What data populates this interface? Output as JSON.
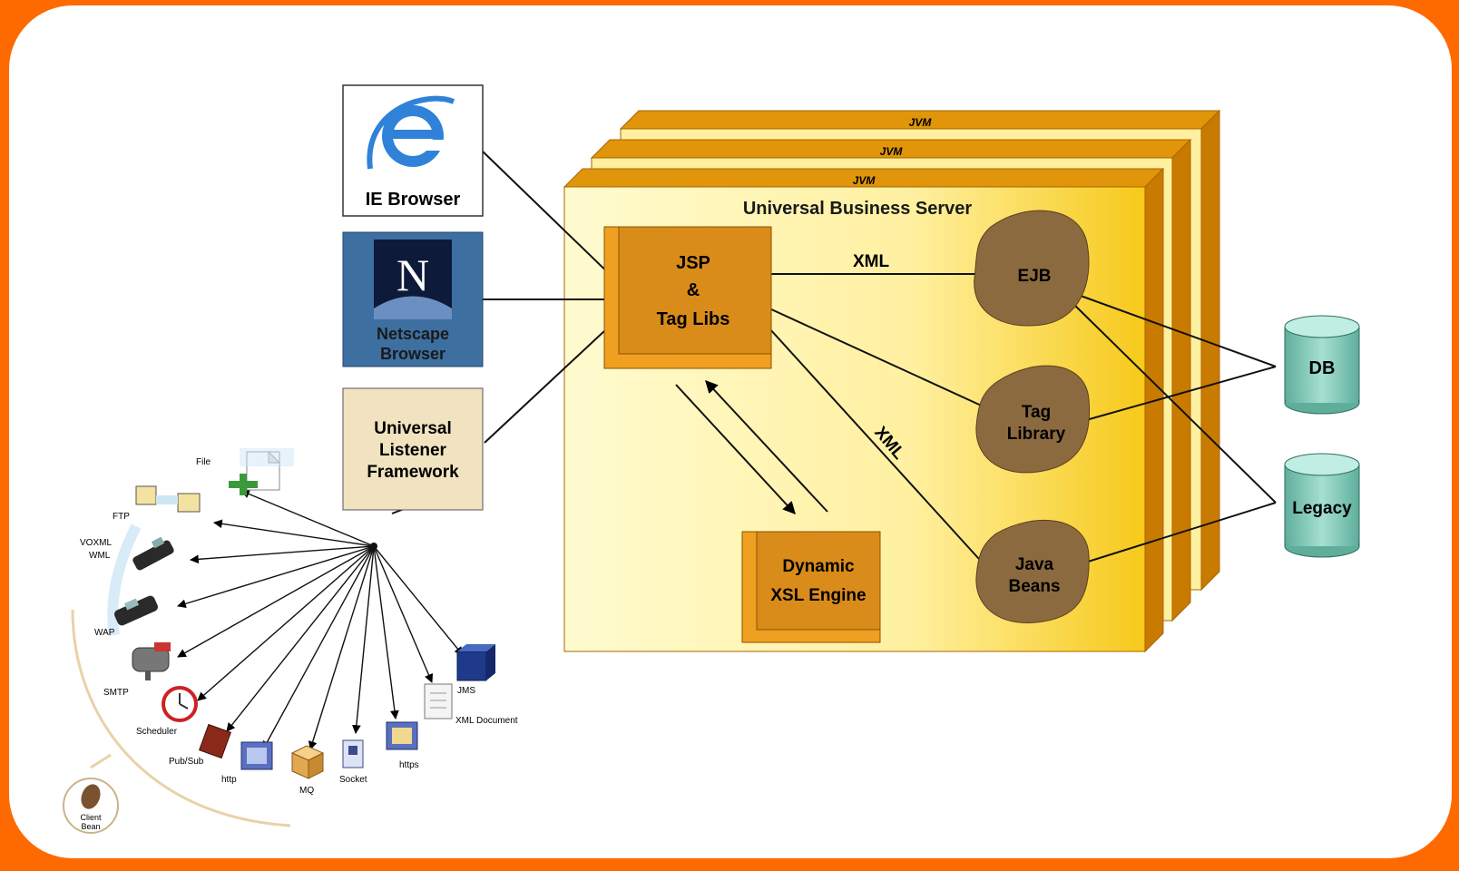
{
  "colors": {
    "frame": "#ff6a00",
    "server_fill": "#fff5b0",
    "server_edge": "#d98c00",
    "component_fill": "#d98c1a",
    "blob_fill": "#8c6a3f",
    "db_fill": "#7fc6b5",
    "netscape_fill": "#3d6fa0",
    "listener_fill": "#f1e3c0"
  },
  "browsers": {
    "ie_label": "IE Browser",
    "netscape_label_1": "Netscape",
    "netscape_label_2": "Browser",
    "netscape_logo_letter": "N"
  },
  "listener": {
    "line1": "Universal",
    "line2": "Listener",
    "line3": "Framework"
  },
  "server": {
    "jvm_label": "JVM",
    "title": "Universal Business Server",
    "jsp_line1": "JSP",
    "jsp_line2": "&",
    "jsp_line3": "Tag Libs",
    "xsl_line1": "Dynamic",
    "xsl_line2": "XSL Engine",
    "xml_label_top": "XML",
    "xml_label_diag": "XML",
    "ejb": "EJB",
    "taglib_1": "Tag",
    "taglib_2": "Library",
    "beans_1": "Java",
    "beans_2": "Beans"
  },
  "stores": {
    "db": "DB",
    "legacy": "Legacy"
  },
  "protocols": {
    "file": "File",
    "ftp": "FTP",
    "voxml": "VOXML",
    "wml": "WML",
    "wap": "WAP",
    "smtp": "SMTP",
    "scheduler": "Scheduler",
    "pubsub": "Pub/Sub",
    "http": "http",
    "mq": "MQ",
    "socket": "Socket",
    "https": "https",
    "jms": "JMS",
    "xml_document": "XML Document",
    "client_bean_1": "Client",
    "client_bean_2": "Bean"
  }
}
